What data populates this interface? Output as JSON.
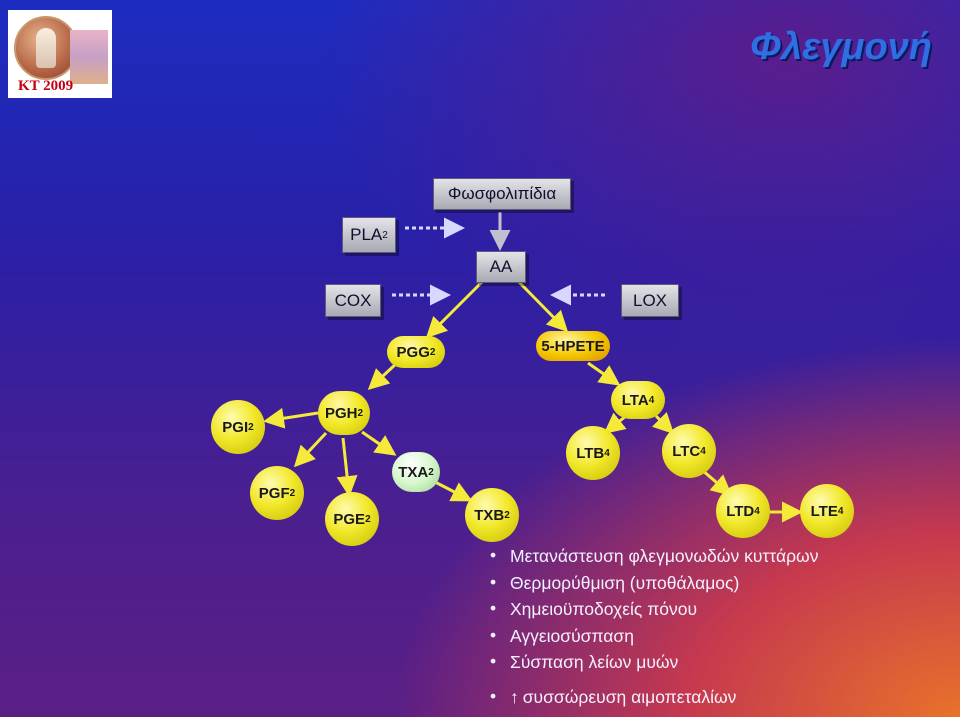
{
  "logo": {
    "text": "KT 2009"
  },
  "title": "Φλεγμονή",
  "nodes": {
    "phospholipids": "Φωσφολιπίδια",
    "pla2": "PLA",
    "pla2_sub": "2",
    "aa": "AA",
    "cox": "COX",
    "lox": "LOX",
    "pgg2": "PGG",
    "pgg2_sub": "2",
    "hpete": "5-HPETE",
    "pgh2": "PGH",
    "pgh2_sub": "2",
    "pgi2": "PGI",
    "pgi2_sub": "2",
    "pgf2": "PGF",
    "pgf2_sub": "2",
    "pge2": "PGE",
    "pge2_sub": "2",
    "txa2": "TXA",
    "txa2_sub": "2",
    "txb2": "TXB",
    "txb2_sub": "2",
    "lta4": "LTA",
    "lta4_sub": "4",
    "ltb4": "LTB",
    "ltb4_sub": "4",
    "ltc4": "LTC",
    "ltc4_sub": "4",
    "ltd4": "LTD",
    "ltd4_sub": "4",
    "lte4": "LTE",
    "lte4_sub": "4"
  },
  "bullets": [
    "Μετανάστευση φλεγμονωδών κυττάρων",
    "Θερμορύθμιση (υποθάλαμος)",
    "Χημειοϋποδοχείς πόνου",
    "Αγγειοσύσπαση",
    "Σύσπαση λείων μυών",
    "συσσώρευση αιμοπεταλίων"
  ],
  "bullet_prefix_symbol": "↑",
  "colors": {
    "title": "#2f6fe3",
    "arrow": "#f5ea3a",
    "dotted": "#d8d8ff",
    "bullet_text": "#f4f0ff"
  }
}
